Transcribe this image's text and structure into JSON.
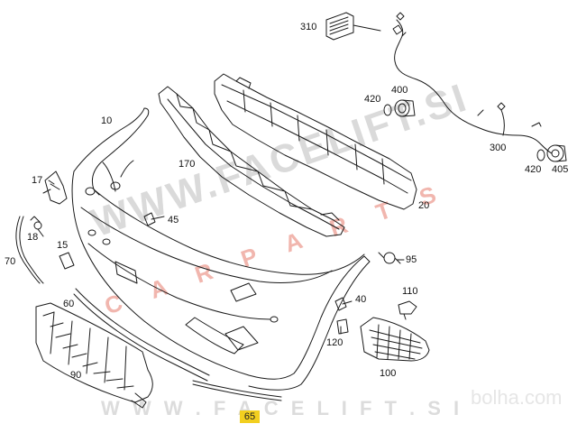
{
  "diagram": {
    "part_labels": {
      "p10": "10",
      "p15": "15",
      "p17": "17",
      "p18": "18",
      "p20": "20",
      "p40": "40",
      "p45": "45",
      "p60": "60",
      "p70": "70",
      "p90": "90",
      "p95": "95",
      "p100": "100",
      "p110": "110",
      "p120": "120",
      "p170": "170",
      "p300": "300",
      "p310": "310",
      "p400": "400",
      "p405": "405",
      "p420a": "420",
      "p420b": "420"
    },
    "page_number": "65"
  },
  "watermarks": {
    "site_diagonal": "WWW.FACELIFT.SI",
    "car_parts_diagonal": "C A R   P A R T S",
    "site_bottom": "W W W . F A C E L I F T . S I",
    "bolha": "bolha.com"
  },
  "colors": {
    "line": "#1a1a1a",
    "watermark_gray": "#d9d9d9",
    "watermark_red": "#f1b6ae",
    "page_badge": "#f2cf1f"
  }
}
